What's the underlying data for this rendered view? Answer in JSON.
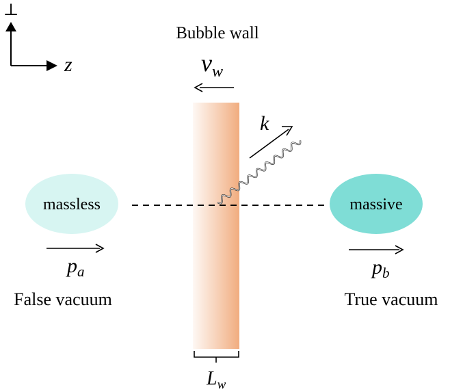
{
  "title": "Bubble wall",
  "axes": {
    "perp_label": "⊥",
    "z_label": "z"
  },
  "wall": {
    "velocity_label": "v",
    "velocity_sub": "w",
    "width_label": "L",
    "width_sub": "w"
  },
  "photon": {
    "momentum_label": "k"
  },
  "left_particle": {
    "label": "massless",
    "momentum_label": "p",
    "momentum_sub": "a",
    "region_label": "False vacuum"
  },
  "right_particle": {
    "label": "massive",
    "momentum_label": "p",
    "momentum_sub": "b",
    "region_label": "True vacuum"
  },
  "colors": {
    "wall": "#f0a878",
    "massless_fill": "#d7f5f2",
    "massive_fill": "#7fddd6",
    "ink": "#000000"
  }
}
